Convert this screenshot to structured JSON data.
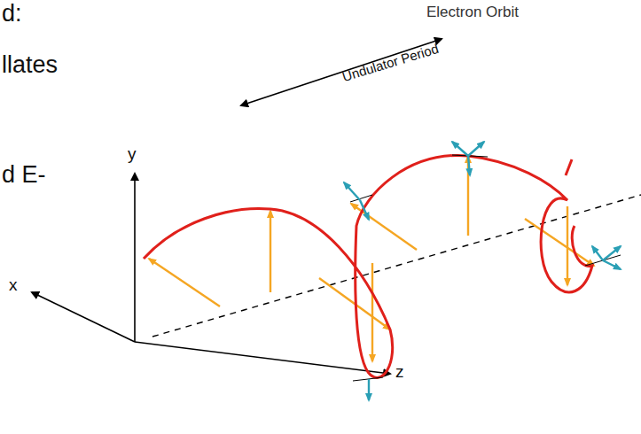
{
  "diagram": {
    "title": "Electron Orbit",
    "labels": [
      "d:",
      "llates",
      "d E-",
      "Undulator Period",
      "y",
      "x",
      "z"
    ]
  }
}
